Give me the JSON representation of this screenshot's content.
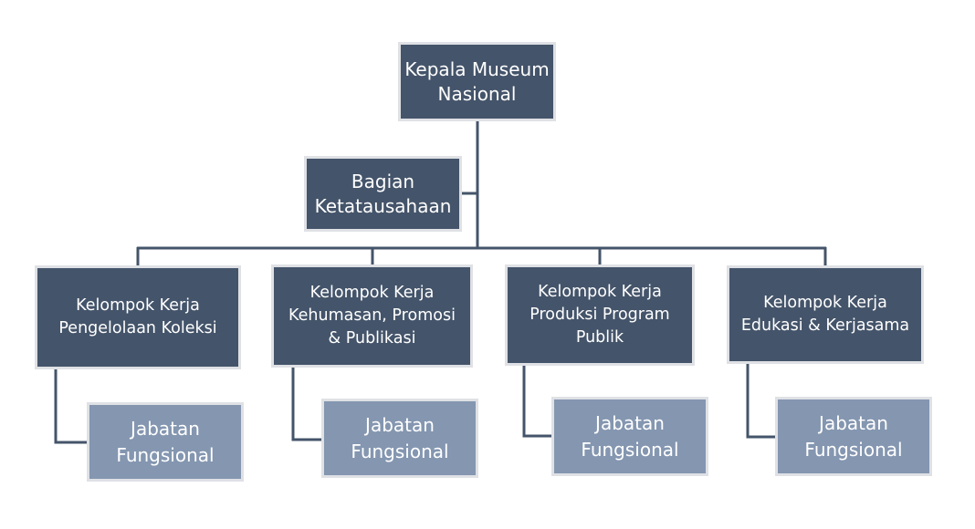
{
  "org_chart": {
    "head": "Kepala Museum\nNasional",
    "staff": "Bagian\nKetatausahaan",
    "groups": [
      {
        "name": "Kelompok Kerja\nPengelolaan Koleksi",
        "sub": "Jabatan\nFungsional"
      },
      {
        "name": "Kelompok Kerja\nKehumasan, Promosi\n& Publikasi",
        "sub": "Jabatan\nFungsional"
      },
      {
        "name": "Kelompok Kerja\nProduksi Program\nPublik",
        "sub": "Jabatan\nFungsional"
      },
      {
        "name": "Kelompok Kerja\nEdukasi & Kerjasama",
        "sub": "Jabatan\nFungsional"
      }
    ]
  },
  "colors": {
    "dark_box": "#44546a",
    "light_box": "#8496b0",
    "connector": "#44546a",
    "text": "#ffffff"
  }
}
